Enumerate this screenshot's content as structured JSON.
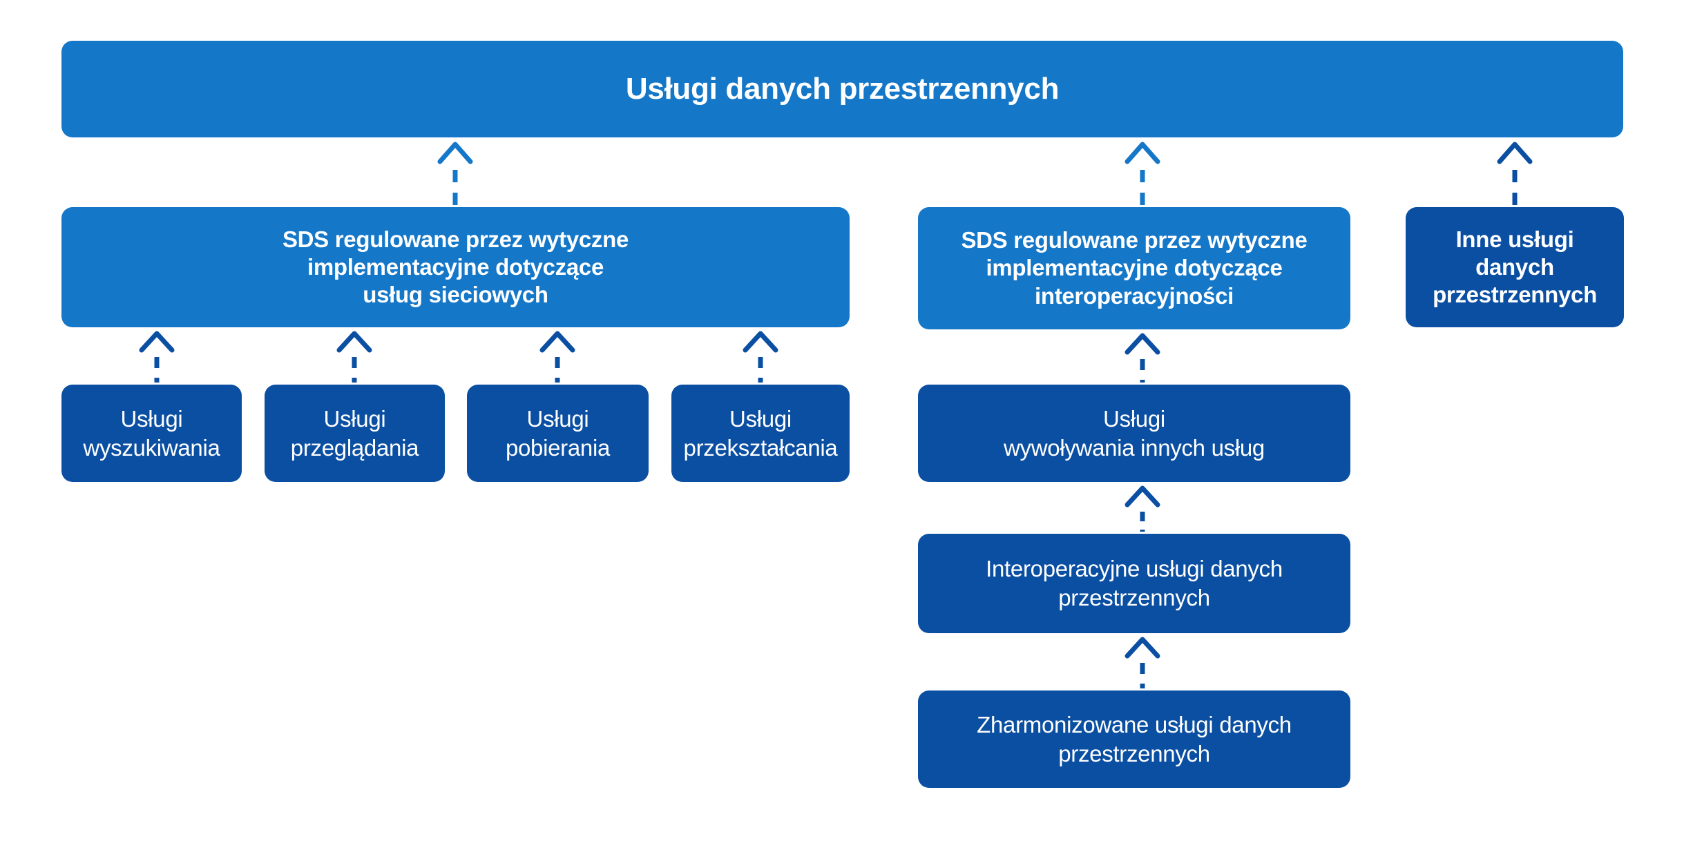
{
  "colors": {
    "medium_blue": "#1577C8",
    "dark_blue": "#0B4FA2",
    "text": "#FFFFFF",
    "background": "#FFFFFF"
  },
  "nodes": {
    "root": {
      "label": "Usługi danych przestrzennych"
    },
    "sds_network": {
      "label": "SDS regulowane przez wytyczne\nimplementacyjne dotyczące\nusług sieciowych"
    },
    "sds_interop": {
      "label": "SDS regulowane przez wytyczne\nimplementacyjne dotyczące\ninteroperacyjności"
    },
    "other_services": {
      "label": "Inne usługi\ndanych\nprzestrzennych"
    },
    "discovery": {
      "label": "Usługi\nwyszukiwania"
    },
    "view": {
      "label": "Usługi\nprzeglądania"
    },
    "download": {
      "label": "Usługi\npobierania"
    },
    "transformation": {
      "label": "Usługi\nprzekształcania"
    },
    "invoke": {
      "label": "Usługi\nwywoływania innych usług"
    },
    "interoperable": {
      "label": "Interoperacyjne usługi danych\nprzestrzennych"
    },
    "harmonised": {
      "label": "Zharmonizowane usługi danych\nprzestrzennych"
    }
  }
}
